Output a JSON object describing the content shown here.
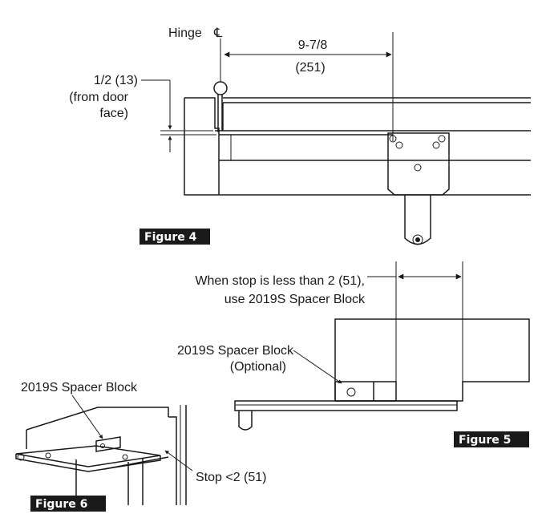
{
  "figure4": {
    "hinge_label": "Hinge",
    "hinge_symbol": "℄",
    "dim_top_line1": "9-7/8",
    "dim_top_line2": "(251)",
    "dim_left_line1": "1/2 (13)",
    "dim_left_line2": "(from door",
    "dim_left_line3": "face)",
    "caption": "Figure 4"
  },
  "figure5": {
    "note_line1": "When stop is less than 2 (51),",
    "note_line2": "use 2019S Spacer Block",
    "spacer_line1": "2019S Spacer Block",
    "spacer_line2": "(Optional)",
    "caption": "Figure 5"
  },
  "figure6": {
    "spacer_label": "2019S Spacer Block",
    "stop_label": "Stop <2 (51)",
    "caption": "Figure 6"
  },
  "colors": {
    "line": "#1a1a1a",
    "caption_bg": "#1a1a1a",
    "caption_text": "#ffffff"
  }
}
